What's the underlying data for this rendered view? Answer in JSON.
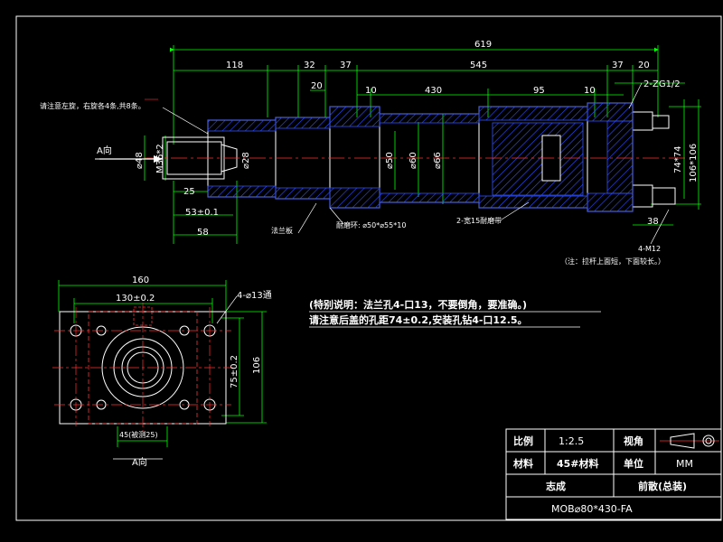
{
  "top_dims": {
    "overall": "619",
    "seg_118": "118",
    "seg_32": "32",
    "seg_37_left": "37",
    "seg_545": "545",
    "seg_37_right": "37",
    "seg_20_right": "20",
    "seg_20_mid": "20",
    "seg_10_left": "10",
    "seg_430": "430",
    "seg_95": "95",
    "seg_10_right": "10",
    "port": "2-ZG1/2"
  },
  "side_dims": {
    "d48": "⌀48",
    "m36": "M36*2",
    "d28": "⌀28",
    "d50": "⌀50",
    "d60": "⌀60",
    "d66": "⌀66",
    "d74": "74*74",
    "d106": "106*106",
    "b25": "25",
    "b53": "53±0.1",
    "b58": "58",
    "b38": "38"
  },
  "callouts": {
    "thread_note": "请注意左旋，右旋各4条,共8条。",
    "a_view_arrow": "A向",
    "flange_plate": "法兰板",
    "seal_ring": "耐磨环: ⌀50*⌀55*10",
    "wear_band": "2-宽15耐磨带",
    "m12": "4-M12",
    "rod_note": "（注：拉杆上面短，下面较长。）"
  },
  "front_view": {
    "w160": "160",
    "w130": "130±0.2",
    "holes": "4-⌀13通",
    "h75": "75±0.2",
    "h106": "106",
    "w45": "45(被测25)",
    "label": "A向"
  },
  "special_note": {
    "line1": "(特别说明：法兰孔4-口13，不要倒角，要准确。)",
    "line2": "请注意后盖的孔距74±0.2,安装孔钻4-口12.5。"
  },
  "title_block": {
    "scale_label": "比例",
    "scale_value": "1:2.5",
    "view_label": "视角",
    "material_label": "材料",
    "material_value": "45#材料",
    "unit_label": "单位",
    "unit_value": "MM",
    "company": "志成",
    "drawing_kind": "前散(总装)",
    "part_no": "MOB⌀80*430-FA"
  },
  "colors": {
    "background": "#000000",
    "outline": "#ffffff",
    "hatch": "#0000ff",
    "centerline": "#ff0000",
    "dimension": "#00ff00"
  }
}
